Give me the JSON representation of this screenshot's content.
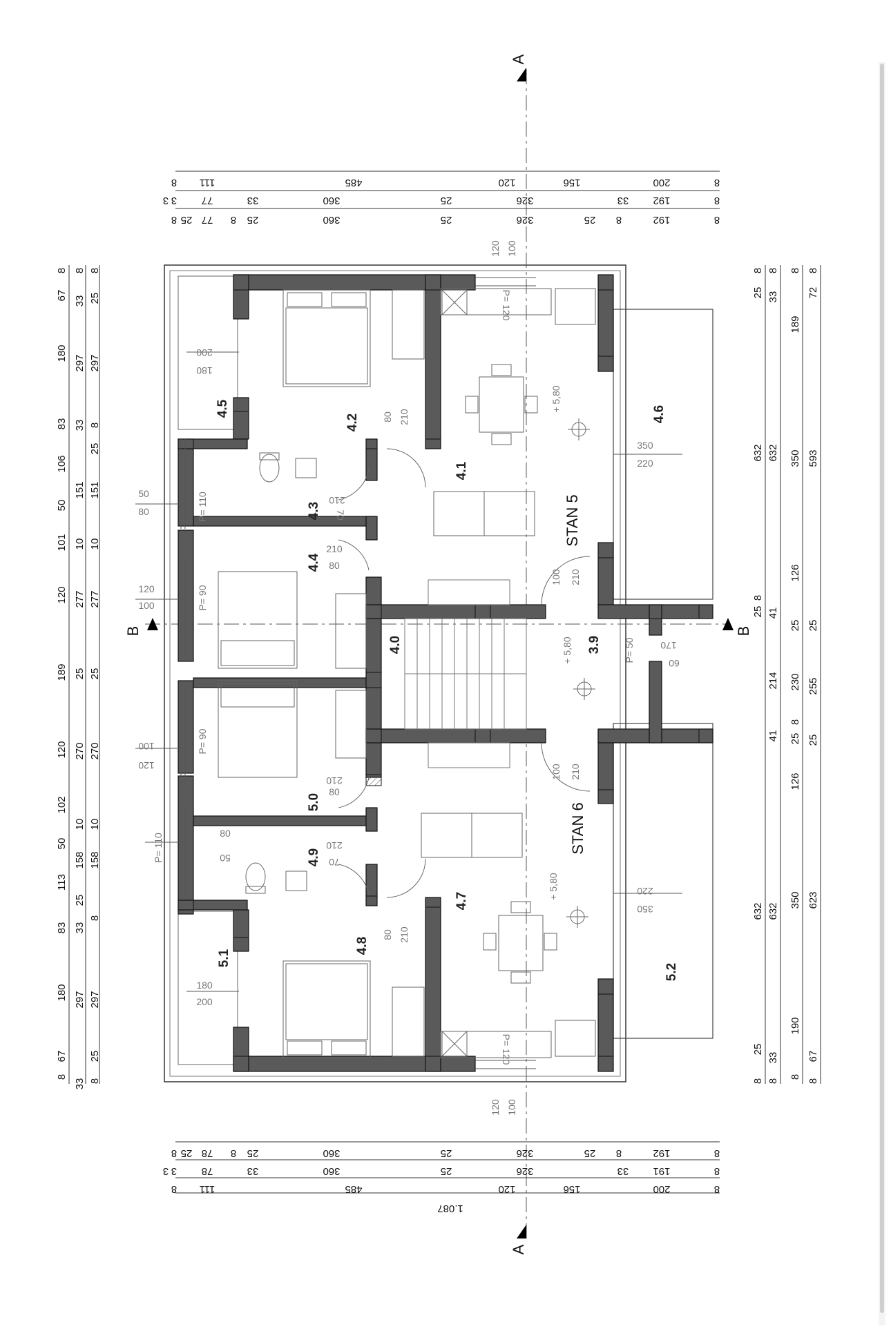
{
  "section_markers": {
    "a_top": "A",
    "a_bottom": "A",
    "b_left": "B",
    "b_right": "B"
  },
  "apartments": {
    "stan5": "STAN 5",
    "stan6": "STAN 6"
  },
  "rooms": {
    "r41": "4.1",
    "r42": "4.2",
    "r43": "4.3",
    "r44": "4.4",
    "r45": "4.5",
    "r46": "4.6",
    "r47": "4.7",
    "r48": "4.8",
    "r49": "4.9",
    "r40": "4.0",
    "r39": "3.9",
    "r50": "5.0",
    "r51": "5.1",
    "r52": "5.2"
  },
  "elevations": {
    "e1": "+ 5,80",
    "e2": "+ 5,80",
    "e3": "+ 5,80"
  },
  "parapets": {
    "p1": "P= 110",
    "p2": "P= 90",
    "p3": "P= 90",
    "p4": "P= 110",
    "p5": "P= 50",
    "p6": "P= 120",
    "p7": "P= 120"
  },
  "total_length": "1.087",
  "dims_top": {
    "row1": [
      "8",
      "111",
      "485",
      "120",
      "156",
      "200",
      "8"
    ],
    "row2": [
      "3",
      "3",
      "77",
      "33",
      "360",
      "25",
      "326",
      "33",
      "192",
      "8"
    ],
    "row3": [
      "8",
      "25",
      "77",
      "8",
      "25",
      "360",
      "25",
      "326",
      "25",
      "8",
      "192",
      "8"
    ]
  },
  "dims_bottom": {
    "row1": [
      "8",
      "25",
      "78",
      "8",
      "25",
      "360",
      "25",
      "326",
      "25",
      "8",
      "192",
      "8"
    ],
    "row2": [
      "3",
      "3",
      "78",
      "33",
      "360",
      "25",
      "326",
      "33",
      "191",
      "8"
    ],
    "row3": [
      "8",
      "111",
      "485",
      "120",
      "156",
      "200",
      "8"
    ]
  },
  "dims_left": {
    "col1": [
      "8",
      "67",
      "180",
      "83",
      "106",
      "50",
      "101",
      "120",
      "189",
      "120",
      "102",
      "50",
      "113",
      "83",
      "180",
      "67",
      "8"
    ],
    "col2": [
      "8",
      "33",
      "297",
      "33",
      "151",
      "10",
      "277",
      "25",
      "270",
      "10",
      "158",
      "25",
      "33",
      "297",
      "33"
    ],
    "col3": [
      "8",
      "25",
      "297",
      "8",
      "25",
      "151",
      "10",
      "277",
      "25",
      "270",
      "10",
      "158",
      "8",
      "297",
      "25",
      "8"
    ]
  },
  "dims_right": {
    "col1": [
      "8",
      "25",
      "632",
      "8",
      "25",
      "632",
      "25",
      "8"
    ],
    "col2": [
      "8",
      "33",
      "632",
      "41",
      "214",
      "41",
      "632",
      "33",
      "8"
    ],
    "col3": [
      "8",
      "189",
      "350",
      "126",
      "25",
      "230",
      "8",
      "25",
      "126",
      "350",
      "190",
      "8"
    ],
    "col4": [
      "8",
      "72",
      "593",
      "25",
      "255",
      "25",
      "623",
      "67",
      "8"
    ]
  },
  "windows": {
    "w1": [
      "50",
      "80"
    ],
    "w2": [
      "120",
      "100"
    ],
    "w3": [
      "100",
      "120"
    ],
    "w4": [
      "80",
      "50"
    ]
  },
  "doors": {
    "d1": [
      "80",
      "210"
    ],
    "d2": [
      "70",
      "210"
    ],
    "d3": [
      "80",
      "210"
    ],
    "d4": [
      "100",
      "210"
    ],
    "d5": [
      "100",
      "210"
    ],
    "d6": [
      "80",
      "210"
    ],
    "d7": [
      "70",
      "210"
    ],
    "d8": [
      "80",
      "210"
    ]
  },
  "openings": {
    "o1": [
      "200",
      "180"
    ],
    "o2": [
      "180",
      "200"
    ],
    "o3": [
      "350",
      "220"
    ],
    "o4": [
      "220",
      "350"
    ],
    "o5": [
      "120",
      "100"
    ],
    "o6": [
      "120",
      "100"
    ],
    "o7": [
      "170",
      "60"
    ]
  },
  "kitchen_parapets": {
    "k1": "P= 120",
    "k2": "P= 120"
  }
}
